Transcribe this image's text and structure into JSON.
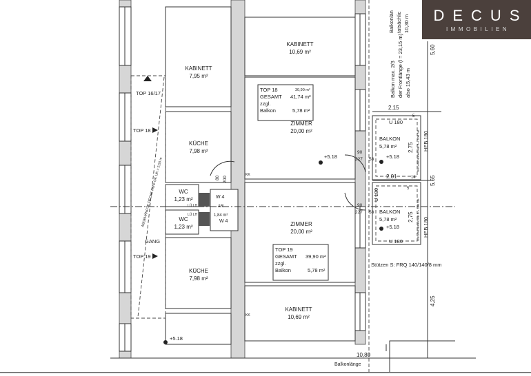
{
  "logo": {
    "brand": "DECUS",
    "sub": "IMMOBILIEN",
    "color": "#4b403c"
  },
  "rooms": {
    "kabinett_left": {
      "name": "KABINETT",
      "area": "7,95 m²"
    },
    "kueche_upper": {
      "name": "KÜCHE",
      "area": "7,98 m²"
    },
    "wc_upper": {
      "name": "WC",
      "area": "1,23 m²"
    },
    "wc_lower": {
      "name": "WC",
      "area": "1,23 m²"
    },
    "kueche_lower": {
      "name": "KÜCHE",
      "area": "7,98 m²"
    },
    "kabinett_top": {
      "name": "KABINETT",
      "area": "10,69 m²"
    },
    "zimmer_upper": {
      "name": "ZIMMER",
      "area": "20,00 m²"
    },
    "zimmer_lower": {
      "name": "ZIMMER",
      "area": "20,00 m²"
    },
    "kabinett_bottom": {
      "name": "KABINETT",
      "area": "10,69 m²"
    },
    "balkon_upper": {
      "name": "BALKON",
      "area": "5,78 m²",
      "level": "+5.18"
    },
    "balkon_lower": {
      "name": "BALKON",
      "area": "5,78 m²",
      "level": "+5.18"
    },
    "gang": {
      "name": "GANG"
    },
    "ar": {
      "name": "AR",
      "area": "1,84 m²"
    }
  },
  "units": {
    "top18": {
      "title": "TOP 18",
      "small": "30,90 m²",
      "gesamt_label": "GESAMT",
      "gesamt": "41,74 m²",
      "zzgl": "zzgl.",
      "balkon_label": "Balkon",
      "balkon": "5,78 m²"
    },
    "top19": {
      "title": "TOP 19",
      "gesamt_label": "GESAMT",
      "gesamt": "39,90 m²",
      "zzgl": "zzgl.",
      "balkon_label": "Balkon",
      "balkon": "5,78 m²"
    }
  },
  "markers": {
    "top1617": "TOP 16/17",
    "top18": "TOP 18",
    "top19": "TOP 19",
    "w4a": "W 4",
    "w4b": "W 4",
    "luft_a": "LÜ LH",
    "luft_b": "LÜ LH",
    "kk1": "KK",
    "kk2": "KK"
  },
  "levels": {
    "zimmer": "+5.18",
    "bottom": "+5.18"
  },
  "door_dims": {
    "d1": "90",
    "d2": "227",
    "d3": "58",
    "d4": "80",
    "d5": "200",
    "d6": "90",
    "d7": "227",
    "d8": "58"
  },
  "balcony_notes": {
    "actual_1": "Balkonlän",
    "actual_2": "tatsächlic",
    "actual_3": "10,30 m",
    "max_1": "Balkon max. 2/3",
    "max_2": "der Frontlänge (l = 23,15 m)",
    "max_3": "also 15,43 m"
  },
  "dimensions": {
    "d215": "2,15",
    "d201": "2,01",
    "d14": "14",
    "d275a": "2,75",
    "d275b": "2,75",
    "d560": "5,60",
    "d565": "5,65",
    "d425": "4,25",
    "d1080": "10,80",
    "d5a": "5",
    "d5b": "5"
  },
  "profiles": {
    "u180a": "U 180",
    "u180b": "U 180",
    "u180c": "U 180",
    "heb180a": "HEB 180",
    "heb180b": "HEB 180",
    "railing_a": "GELÄNDERHÖHE h = 100 cm",
    "railing_b": "GELÄNDERHÖHE h = 100 cm"
  },
  "stuetzen": "Stützen S: FRQ 140/140/8 mm",
  "ceiling_note": "ABGEHÄNGTE DECKE Höhe GK UK = 2,50 m",
  "balkonlaenge": "Balkonlänge"
}
